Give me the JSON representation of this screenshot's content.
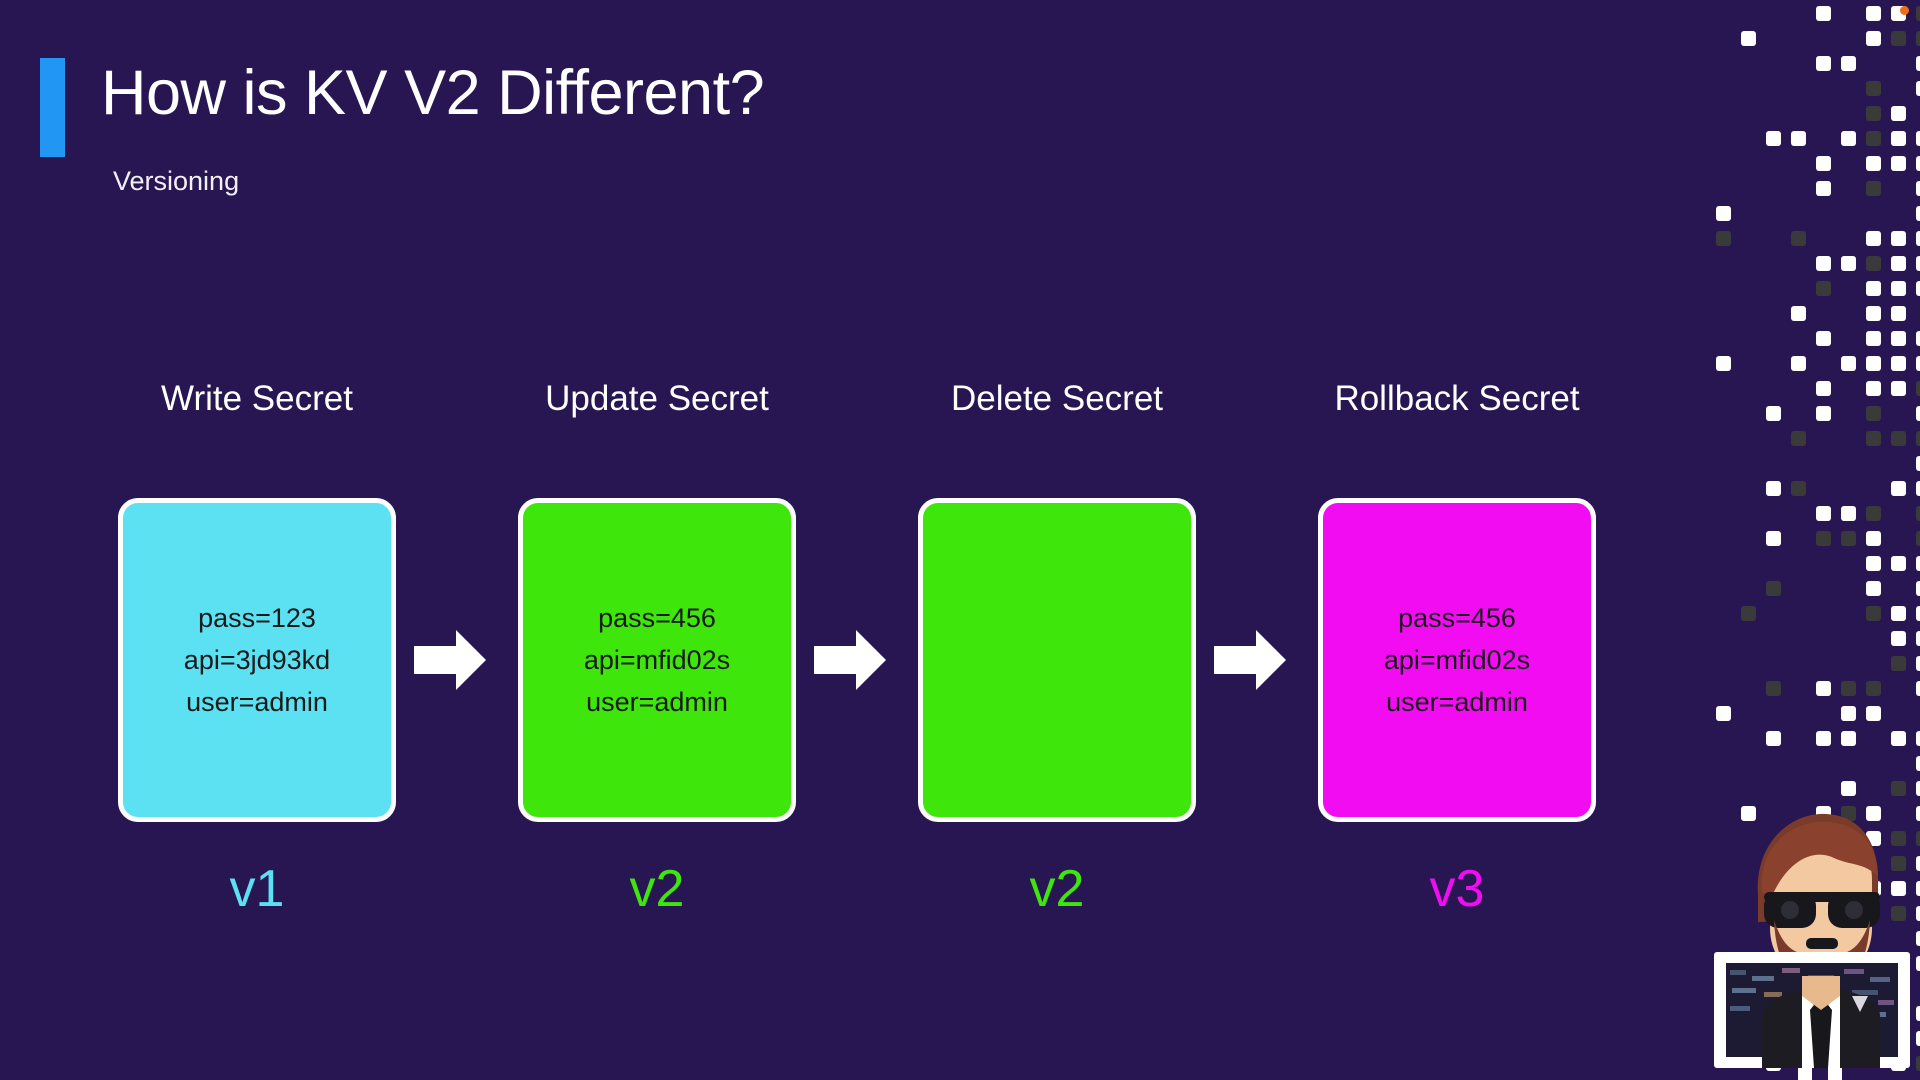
{
  "slide": {
    "title": "How is KV V2 Different?",
    "subtitle": "Versioning",
    "background_color": "#281653",
    "accent_bar_color": "#2196f3"
  },
  "flow": {
    "steps": [
      {
        "label": "Write Secret",
        "card_color": "#5ce1f2",
        "lines": [
          "pass=123",
          "api=3jd93kd",
          "user=admin"
        ],
        "version": "v1",
        "version_color": "#5ce1f2"
      },
      {
        "label": "Update Secret",
        "card_color": "#3ee60c",
        "lines": [
          "pass=456",
          "api=mfid02s",
          "user=admin"
        ],
        "version": "v2",
        "version_color": "#3ee60c"
      },
      {
        "label": "Delete Secret",
        "card_color": "#3ee60c",
        "lines": [],
        "version": "v2",
        "version_color": "#3ee60c"
      },
      {
        "label": "Rollback Secret",
        "card_color": "#f20cf2",
        "lines": [
          "pass=456",
          "api=mfid02s",
          "user=admin"
        ],
        "version": "v3",
        "version_color": "#f20cf2"
      }
    ],
    "arrow_icon": "arrow-right-icon",
    "arrow_color": "#ffffff",
    "arrow_count": 3
  },
  "decoration": {
    "dot_field_icon": "dot-grid-decoration",
    "light_dot_color": "#ffffff",
    "dark_dot_color": "#3a3a3a",
    "accent_dot_color": "#ef6c1a",
    "avatar_icon": "avatar-monitor-illustration"
  }
}
